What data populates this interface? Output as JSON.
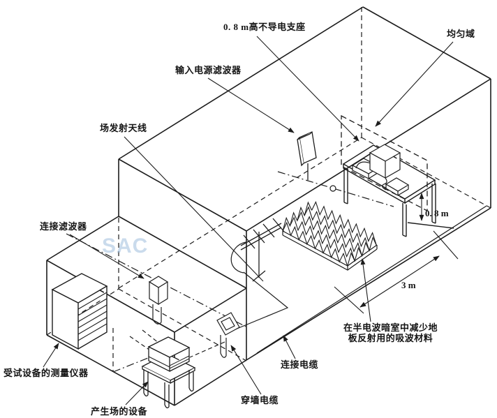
{
  "figure": {
    "title_implicit": "",
    "labels": {
      "support": "0. 8 m高不导电支座",
      "uniform_area": "均匀域",
      "input_power_filter": "输入电源滤波器",
      "field_antenna": "场发射天线",
      "connection_filter": "连接滤波器",
      "eut_instruments": "受试设备的测量仪器",
      "field_generator": "产生场的设备",
      "wall_cable": "穿墙电缆",
      "connection_cable": "连接电缆",
      "absorber_line1": "在半电波暗室中减少地",
      "absorber_line2": "板反射用的吸波材料",
      "dim_table_height": "0. 8 m",
      "dim_test_distance": "3 m"
    },
    "watermark": "SAC",
    "colors": {
      "line": "#1c1c1c",
      "background": "#ffffff",
      "watermark": "#9fbede"
    }
  }
}
